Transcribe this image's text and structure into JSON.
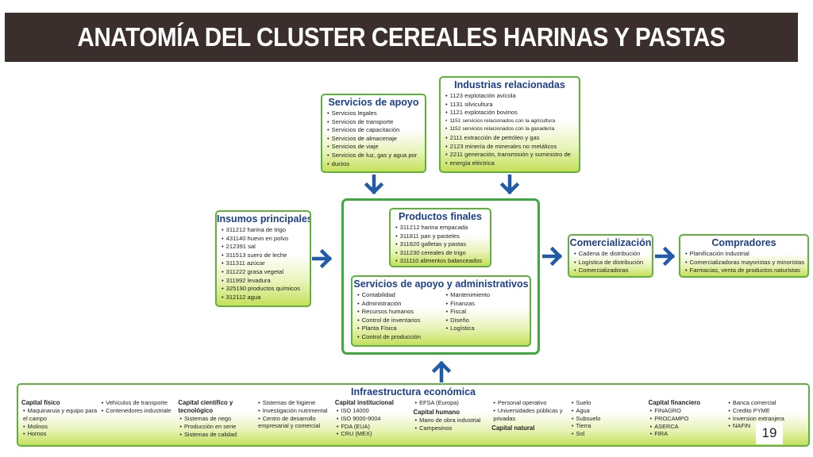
{
  "title": "ANATOMÍA DEL CLUSTER CEREALES HARINAS Y PASTAS",
  "page_number": "19",
  "colors": {
    "box_border": "#5fb33c",
    "title_blue": "#1b3f8a",
    "arrow_blue": "#1f5ba8",
    "frame_green": "#3bab3c",
    "title_bar": "#3a2f2c"
  },
  "servicios_apoyo": {
    "title": "Servicios de apoyo",
    "items": [
      "Servicios legales",
      "Servicios de transporte",
      "Servicios de capacitación",
      "Servicios de almacenaje",
      "Servicios de viaje",
      "Servicios de luz, gas y agua por",
      "ductos"
    ]
  },
  "industrias": {
    "title": "Industrias relacionadas",
    "items": [
      "1123 explotación avícola",
      "1131 silvicultura",
      "1121 explotación bovinos",
      "1151 servicios relacionados con la agricultura",
      "1152 servicios relacionados con la ganadería",
      "2111 extracción de petróleo y gas",
      "2123 minería de minerales no metálicos",
      "2211 generación, transmisión y suministro de",
      "energía eléctrica"
    ]
  },
  "insumos": {
    "title": "Insumos principales",
    "items": [
      "311212 harina de trigo",
      "431140 huevo en polvo",
      "212391 sal",
      "311513 suero de leche",
      "311311 azúcar",
      "311222 grasa vegetal",
      "311992 levadura",
      "325190 productos químicos",
      "312112 agua"
    ]
  },
  "productos": {
    "title": "Productos finales",
    "items": [
      "311212 harina empacada",
      "311811 pan y pasteles",
      "311820 galletas y pastas",
      "311230 cereales de trigo",
      "311110 alimentos balanceados"
    ]
  },
  "servicios_admin": {
    "title": "Servicios de apoyo y administrativos",
    "col1": [
      "Contabilidad",
      "Administración",
      "Recursos humanos",
      "Control de inventarios",
      "Planta Física",
      "Control de producción"
    ],
    "col2": [
      "Mantenimiento",
      "Finanzas",
      "Fiscal",
      "Diseño",
      "Logística"
    ]
  },
  "comercializacion": {
    "title": "Comercialización",
    "items": [
      "Cadena de distribución",
      "Logística de distribución",
      "Comercializadoras"
    ]
  },
  "compradores": {
    "title": "Compradores",
    "items": [
      "Planificación industrial",
      "Comercializadoras mayoristas y minoristas",
      "Farmacias, venta de productos naturistas"
    ]
  },
  "infraestructura": {
    "title": "Infraestructura económica",
    "c1_head": "Capital físico",
    "c1": [
      "Maquinaruia y equipo para el campo",
      "Molinos",
      "Hornos"
    ],
    "c2": [
      "Vehículos de transporte",
      "Contenedores industriale"
    ],
    "c3_head": "Capital científico y tecnológico",
    "c3": [
      "Sistemas de riego",
      "Producción en serie",
      "Sistemas de calidad"
    ],
    "c4": [
      "Sistemas de higiene",
      "Investigación nutrimental",
      "Centro de desarrollo empresarial y comercial"
    ],
    "c5_head": "Capital institucional",
    "c5": [
      "ISO 14000",
      "ISO 9000-9004",
      "FDA (EUA)",
      "CRU (MEX)"
    ],
    "c6a": [
      "EFSA (Europa)"
    ],
    "c6_head": "Capital humano",
    "c6": [
      "Mano de obra industrial",
      "Campesinos"
    ],
    "c7": [
      "Personal operativo",
      "Universidades públicas y privadas"
    ],
    "c7_head": "Capital natural",
    "c8": [
      "Suelo",
      "Agua",
      "Subsuelo",
      "Tierra",
      "Sol"
    ],
    "c9_head": "Capital financiero",
    "c9": [
      "FINAGRO",
      "PROCAMPO",
      "ASERCA",
      "FIRA"
    ],
    "c10": [
      "Banca comercial",
      "Credito PYME",
      "Inversion extranjera",
      "NAFIN"
    ]
  }
}
